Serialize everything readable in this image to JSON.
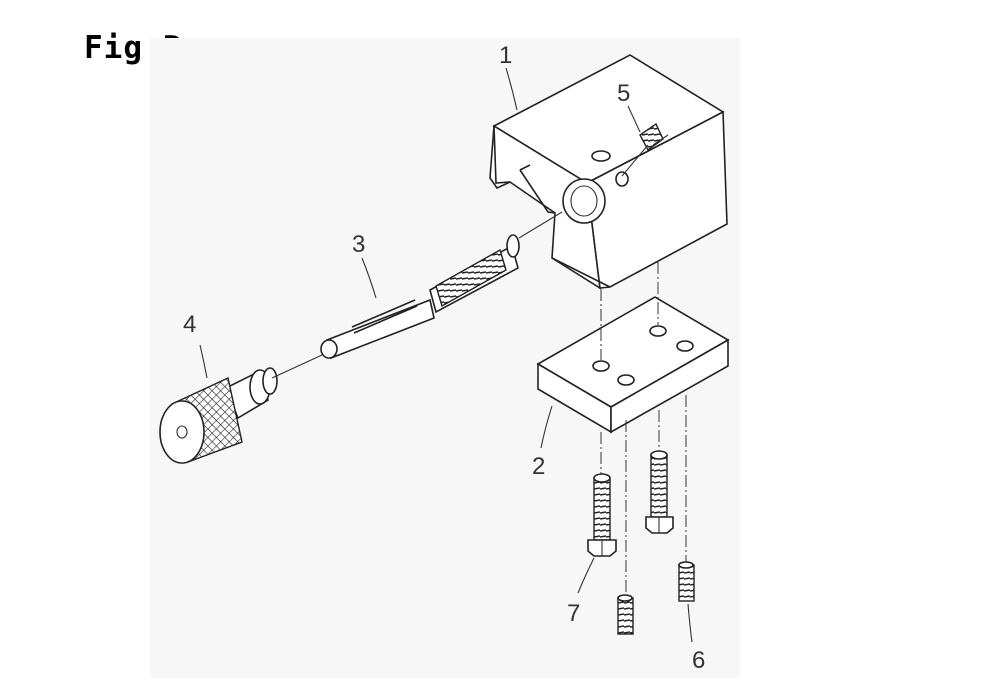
{
  "figure": {
    "title": "Fig P",
    "colors": {
      "line": "#222222",
      "background": "#ffffff",
      "panel": "#f7f7f7"
    }
  },
  "callouts": [
    {
      "id": "1",
      "label": "1"
    },
    {
      "id": "2",
      "label": "2"
    },
    {
      "id": "3",
      "label": "3"
    },
    {
      "id": "4",
      "label": "4"
    },
    {
      "id": "5",
      "label": "5"
    },
    {
      "id": "6",
      "label": "6"
    },
    {
      "id": "7",
      "label": "7"
    }
  ]
}
